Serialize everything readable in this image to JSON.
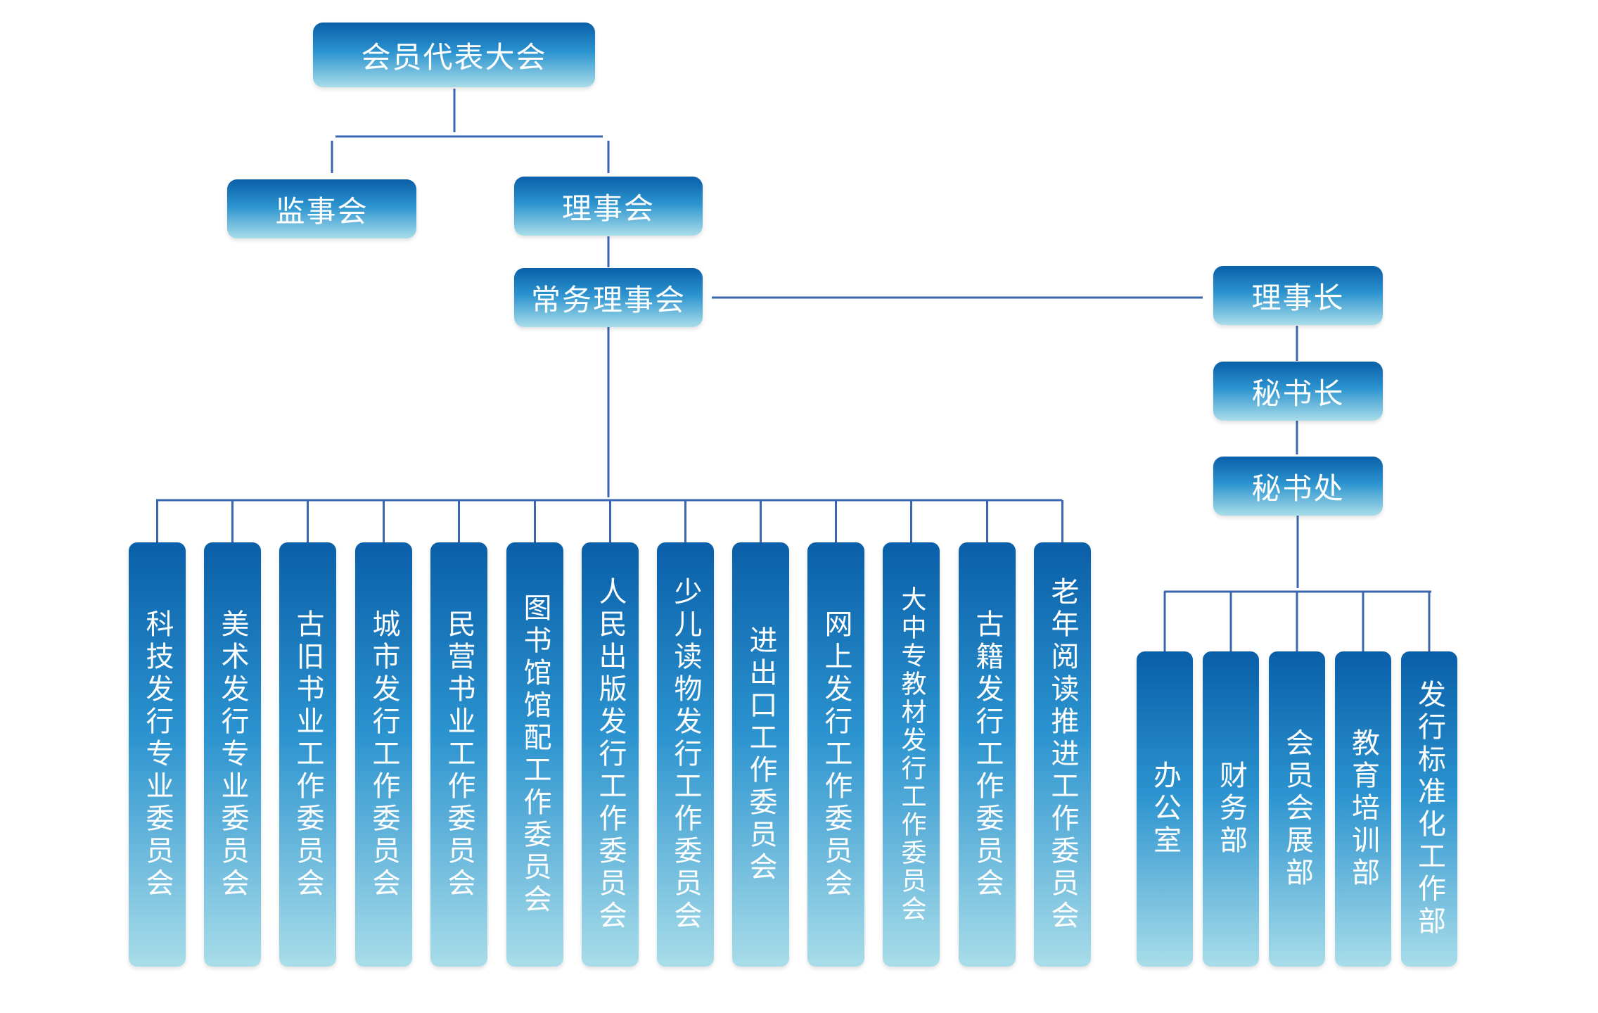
{
  "top": {
    "general_assembly": "会员代表大会",
    "supervisory_board": "监事会",
    "council": "理事会",
    "standing_council": "常务理事会",
    "chairman": "理事长",
    "secretary_general": "秘书长",
    "secretariat": "秘书处"
  },
  "committees": [
    "科技发行专业委员会",
    "美术发行专业委员会",
    "古旧书业工作委员会",
    "城市发行工作委员会",
    "民营书业工作委员会",
    "图书馆馆配工作委员会",
    "人民出版发行工作委员会",
    "少儿读物发行工作委员会",
    "进出口工作委员会",
    "网上发行工作委员会",
    "大中专教材发行工作委员会",
    "古籍发行工作委员会",
    "老年阅读推进工作委员会"
  ],
  "departments": [
    "办公室",
    "财务部",
    "会员会展部",
    "教育培训部",
    "发行标准化工作部"
  ],
  "colors": {
    "box_top": "#0a5fa8",
    "box_mid": "#2b93cf",
    "box_bottom": "#a9dde9",
    "connector": "#3a66b0"
  }
}
